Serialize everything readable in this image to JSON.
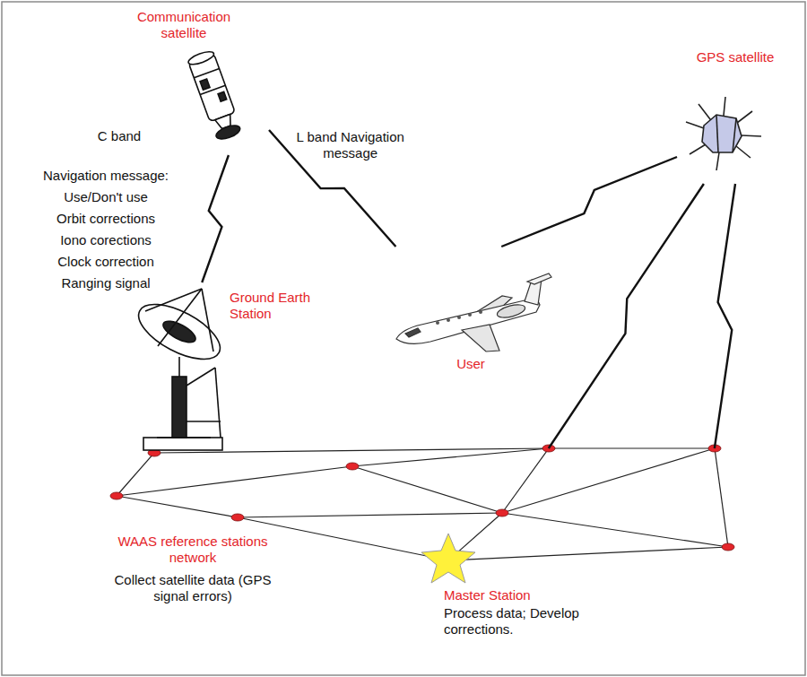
{
  "diagram": {
    "nodes": [
      {
        "text": [
          "Communication satellite"
        ]
      },
      {
        "text": [
          "GPS satellite"
        ]
      },
      {
        "text": [
          "User"
        ]
      },
      {
        "text": [
          "Ground Earth Station"
        ]
      },
      {
        "text": [
          "WAAS reference stations network",
          "Collect satellite data (GPS signal errors)"
        ]
      },
      {
        "text": [
          "Master Station",
          "Process data; Develop corrections."
        ]
      }
    ],
    "edges": [
      {
        "from": 3,
        "to": 0,
        "arrow": "none"
      },
      {
        "from": 0,
        "to": 2,
        "label": "L band Navigation message",
        "arrow": "none"
      },
      {
        "from": 1,
        "to": 2,
        "arrow": "none"
      },
      {
        "from": 1,
        "to": 4,
        "arrow": "none"
      },
      {
        "from": 1,
        "to": 4,
        "arrow": "none"
      }
    ],
    "labels": [
      "C band",
      "Navigation message:",
      "Use/Don't use",
      "Orbit corrections",
      "Iono corections",
      "Clock correction",
      "Ranging signal"
    ]
  }
}
